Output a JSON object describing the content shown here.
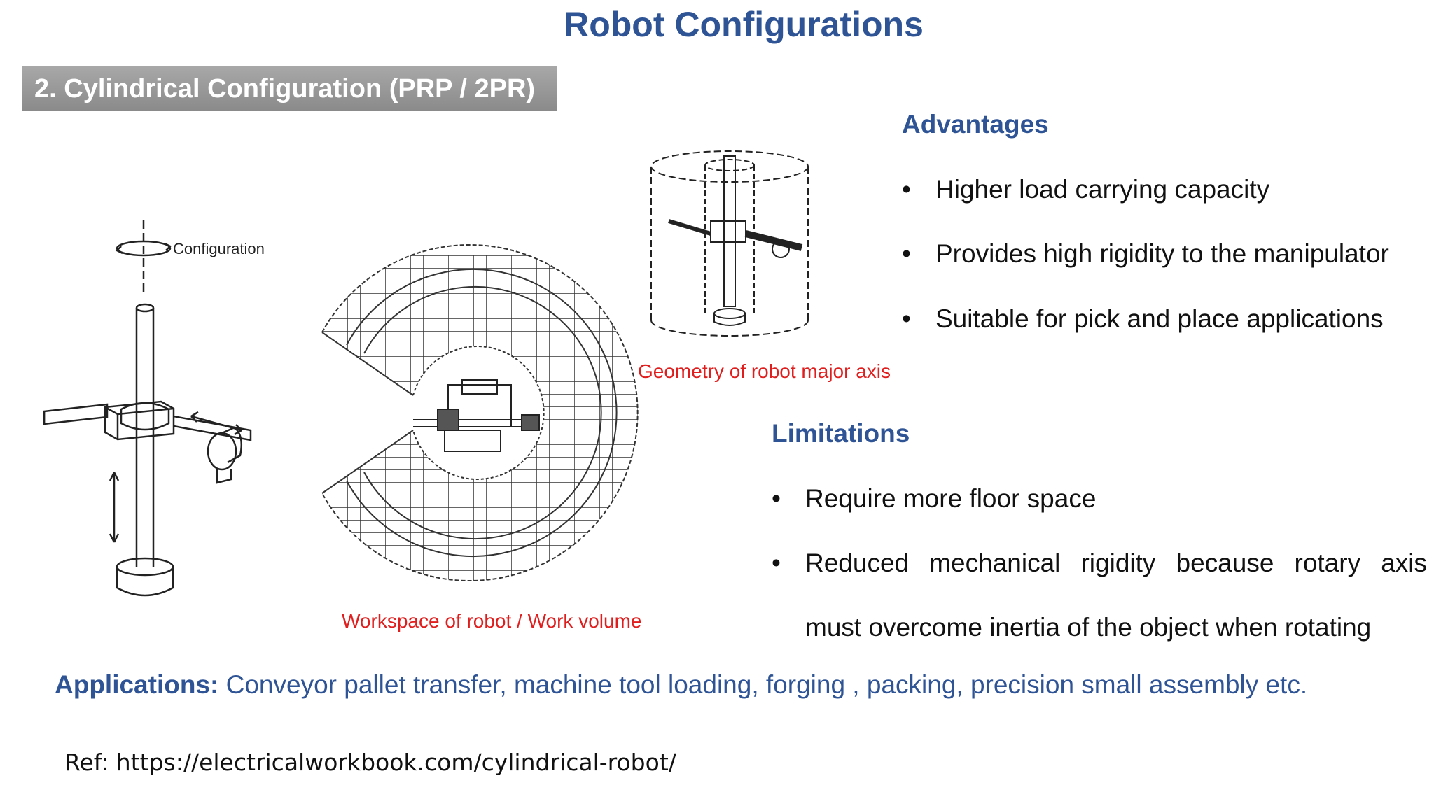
{
  "title": "Robot Configurations",
  "section": "2. Cylindrical Configuration (PRP / 2PR)",
  "advantages": {
    "heading": "Advantages",
    "items": [
      "Higher load carrying capacity",
      "Provides high rigidity to the manipulator",
      "Suitable for pick and place applications"
    ]
  },
  "limitations": {
    "heading": "Limitations",
    "items": [
      "Require more floor space",
      "Reduced mechanical rigidity because rotary axis",
      "must overcome inertia of the object when rotating"
    ]
  },
  "bullet_symbol": "•",
  "figures": {
    "config_label": "Configuration",
    "geometry_caption": "Geometry of robot major axis",
    "workspace_caption": "Workspace of robot / Work volume"
  },
  "applications": {
    "label": "Applications:",
    "text": " Conveyor pallet transfer, machine tool loading, forging , packing, precision small assembly etc."
  },
  "ref": "Ref: https://electricalworkbook.com/cylindrical-robot/",
  "colors": {
    "title": "#2f5496",
    "caption": "#e01e1e",
    "bar": "#9a9a9a"
  }
}
